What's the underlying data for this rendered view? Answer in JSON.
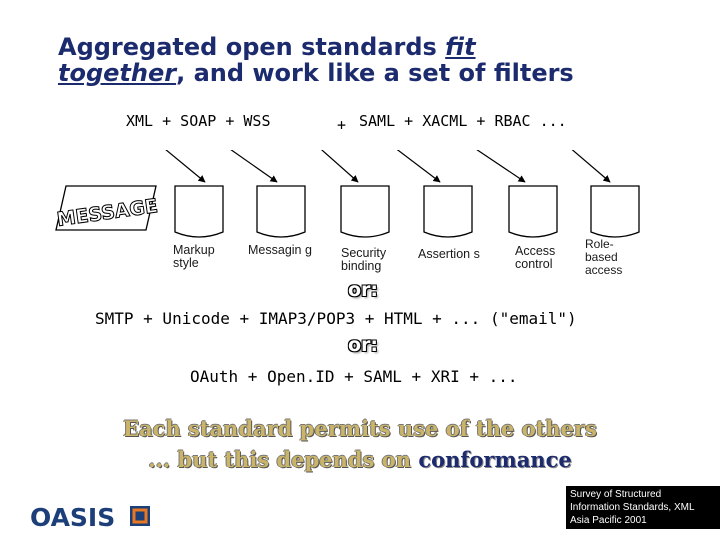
{
  "title": {
    "line1_pre": "Aggregated open standards ",
    "line1_link": "fit",
    "line2_link": "together",
    "line2_post": ", and work like a set of filters"
  },
  "standards_line": {
    "part1": "XML  +  SOAP  + WSS",
    "part2": "+",
    "part3": "SAML  + XACML +  RBAC ..."
  },
  "message_label": "MESSAGE",
  "filters": [
    {
      "label": "Markup style"
    },
    {
      "label": "Messagin g"
    },
    {
      "label": "Security binding"
    },
    {
      "label": "Assertion s"
    },
    {
      "label": "Access control"
    },
    {
      "label": "Role-based access"
    }
  ],
  "or_label_1": "or:",
  "email_line": "SMTP + Unicode + IMAP3/POP3 + HTML + ... (\"email\")",
  "or_label_2": "or:",
  "oauth_line": "OAuth + Open.ID + SAML + XRI + ...",
  "conclusion": {
    "line1": "Each standard permits use of the others",
    "line2_pre": "... but this depends on ",
    "line2_highlight": "conformance"
  },
  "footer": {
    "logo_text": "OASIS",
    "lines": [
      "Survey of Structured",
      "Information Standards, XML",
      "Asia Pacific 2001"
    ]
  },
  "colors": {
    "title": "#1c2a6e",
    "conclusion": "#c9b46a",
    "logo_blue": "#1c3f7a",
    "logo_orange": "#e87722"
  }
}
